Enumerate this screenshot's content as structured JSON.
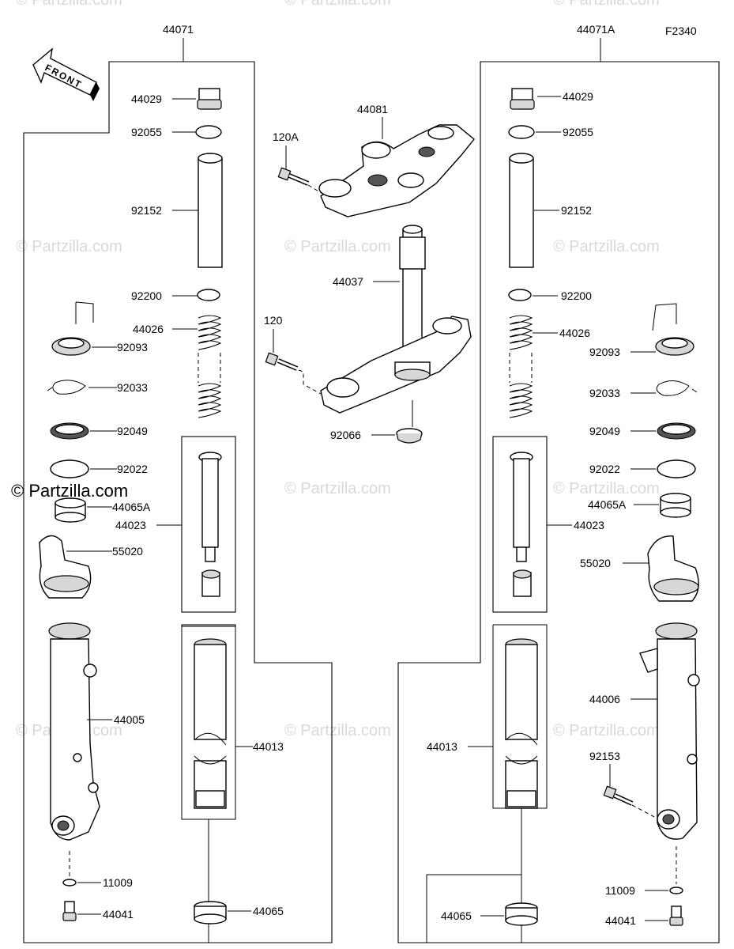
{
  "figure_code": "F2340",
  "watermark": "© Partzilla.com",
  "front_arrow_text": "FRONT",
  "assemblies": {
    "left": "44071",
    "right": "44071A"
  },
  "labels": {
    "l_44029": "44029",
    "l_92055": "92055",
    "l_92152": "92152",
    "l_92200": "92200",
    "l_44026": "44026",
    "l_92093": "92093",
    "l_92033": "92033",
    "l_92049": "92049",
    "l_92022": "92022",
    "l_44065A": "44065A",
    "l_44023": "44023",
    "l_55020": "55020",
    "l_44005": "44005",
    "l_44013": "44013",
    "l_11009": "11009",
    "l_44065": "44065",
    "l_44041": "44041",
    "c_120A": "120A",
    "c_44081": "44081",
    "c_44037": "44037",
    "c_120": "120",
    "c_92066": "92066",
    "r_44029": "44029",
    "r_92055": "92055",
    "r_92152": "92152",
    "r_92200": "92200",
    "r_44026": "44026",
    "r_92093": "92093",
    "r_92033": "92033",
    "r_92049": "92049",
    "r_92022": "92022",
    "r_44065A": "44065A",
    "r_44023": "44023",
    "r_55020": "55020",
    "r_44006": "44006",
    "r_44013": "44013",
    "r_92153": "92153",
    "r_44065": "44065",
    "r_11009": "11009",
    "r_44041": "44041"
  }
}
